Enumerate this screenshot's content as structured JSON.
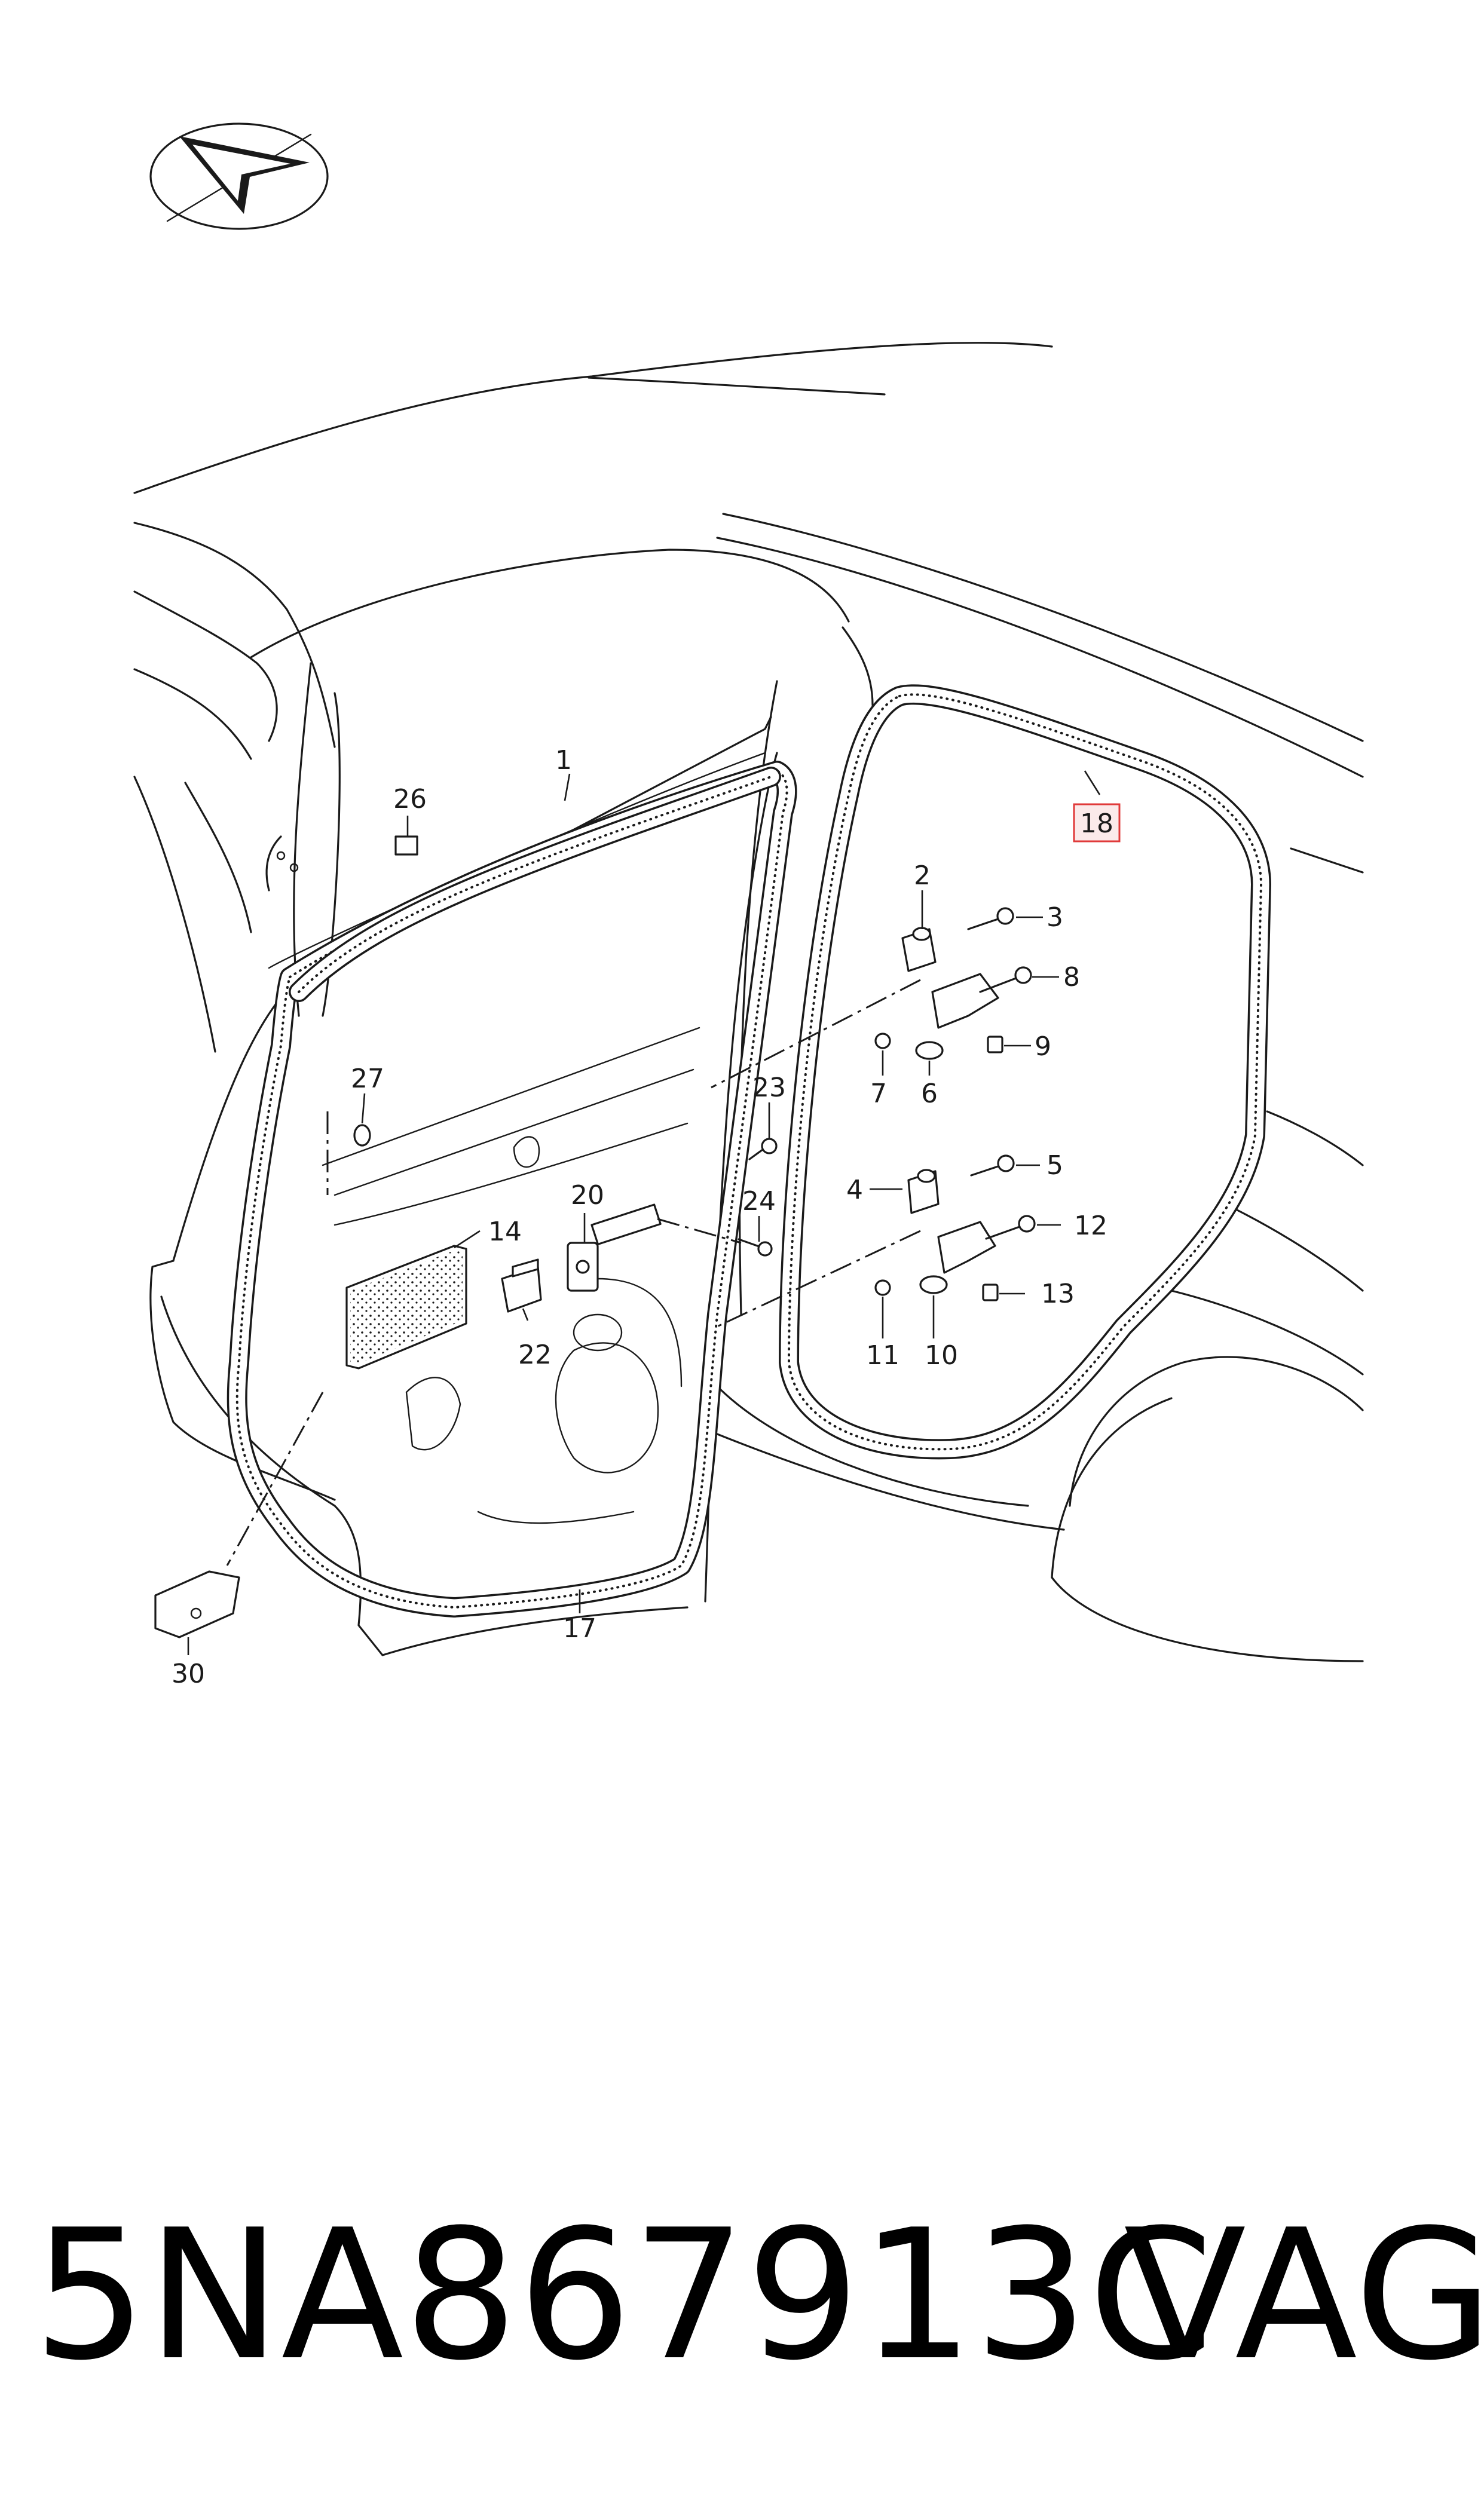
{
  "diagram": {
    "callouts": [
      {
        "id": "c1",
        "label": "1"
      },
      {
        "id": "c2",
        "label": "2"
      },
      {
        "id": "c3",
        "label": "3"
      },
      {
        "id": "c4",
        "label": "4"
      },
      {
        "id": "c5",
        "label": "5"
      },
      {
        "id": "c6",
        "label": "6"
      },
      {
        "id": "c7",
        "label": "7"
      },
      {
        "id": "c8",
        "label": "8"
      },
      {
        "id": "c9",
        "label": "9"
      },
      {
        "id": "c10",
        "label": "10"
      },
      {
        "id": "c11",
        "label": "11"
      },
      {
        "id": "c12",
        "label": "12"
      },
      {
        "id": "c13",
        "label": "13"
      },
      {
        "id": "c14",
        "label": "14"
      },
      {
        "id": "c17",
        "label": "17"
      },
      {
        "id": "c18",
        "label": "18",
        "highlighted": true
      },
      {
        "id": "c20",
        "label": "20"
      },
      {
        "id": "c22",
        "label": "22"
      },
      {
        "id": "c23",
        "label": "23"
      },
      {
        "id": "c24",
        "label": "24"
      },
      {
        "id": "c26",
        "label": "26"
      },
      {
        "id": "c27",
        "label": "27"
      },
      {
        "id": "c30",
        "label": "30"
      }
    ],
    "highlight_color": "#e03a3a",
    "orientation_icon": "direction-arrow-icon"
  },
  "footer": {
    "part_number": "5NA867913C",
    "brand": "VAG"
  }
}
